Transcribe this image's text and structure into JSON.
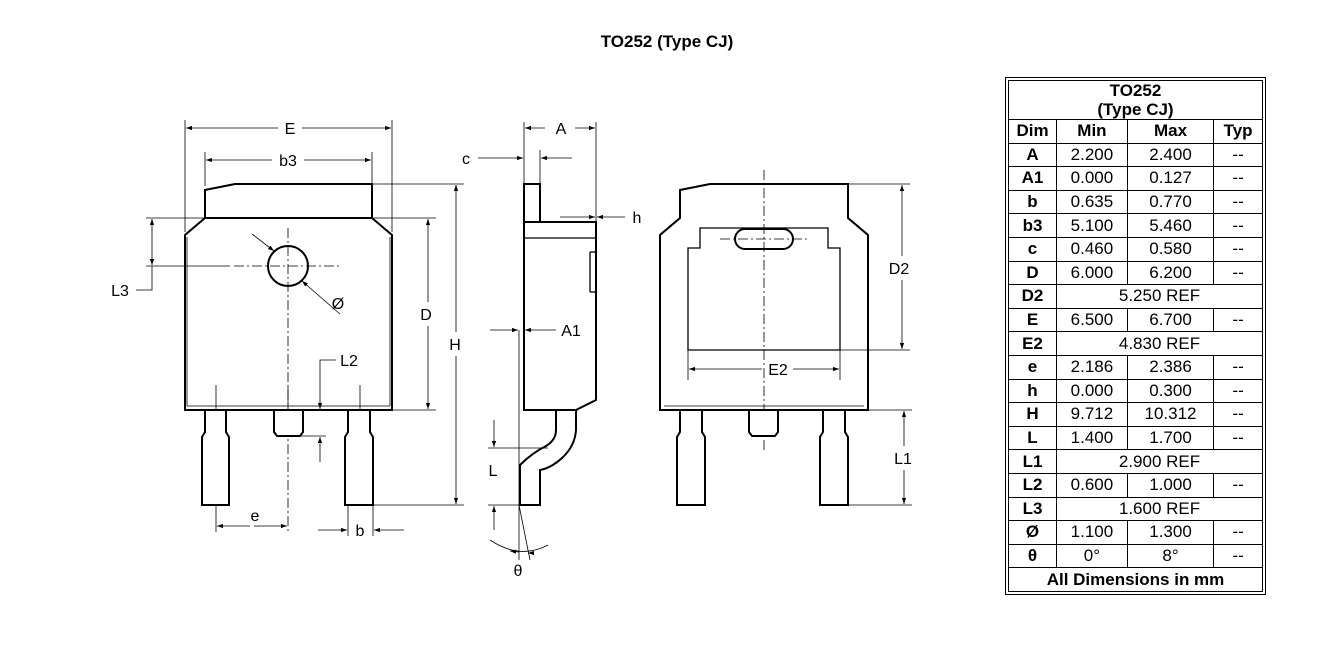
{
  "title": "TO252 (Type CJ)",
  "table": {
    "package": "TO252",
    "type": "(Type CJ)",
    "columns": [
      "Dim",
      "Min",
      "Max",
      "Typ"
    ],
    "rows": [
      {
        "dim": "A",
        "min": "2.200",
        "max": "2.400",
        "typ": "--"
      },
      {
        "dim": "A1",
        "min": "0.000",
        "max": "0.127",
        "typ": "--"
      },
      {
        "dim": "b",
        "min": "0.635",
        "max": "0.770",
        "typ": "--"
      },
      {
        "dim": "b3",
        "min": "5.100",
        "max": "5.460",
        "typ": "--"
      },
      {
        "dim": "c",
        "min": "0.460",
        "max": "0.580",
        "typ": "--"
      },
      {
        "dim": "D",
        "min": "6.000",
        "max": "6.200",
        "typ": "--"
      },
      {
        "dim": "D2",
        "ref": "5.250 REF"
      },
      {
        "dim": "E",
        "min": "6.500",
        "max": "6.700",
        "typ": "--"
      },
      {
        "dim": "E2",
        "ref": "4.830 REF"
      },
      {
        "dim": "e",
        "min": "2.186",
        "max": "2.386",
        "typ": "--"
      },
      {
        "dim": "h",
        "min": "0.000",
        "max": "0.300",
        "typ": "--"
      },
      {
        "dim": "H",
        "min": "9.712",
        "max": "10.312",
        "typ": "--"
      },
      {
        "dim": "L",
        "min": "1.400",
        "max": "1.700",
        "typ": "--"
      },
      {
        "dim": "L1",
        "ref": "2.900 REF"
      },
      {
        "dim": "L2",
        "min": "0.600",
        "max": "1.000",
        "typ": "--"
      },
      {
        "dim": "L3",
        "ref": "1.600 REF"
      },
      {
        "dim": "Ø",
        "min": "1.100",
        "max": "1.300",
        "typ": "--"
      },
      {
        "dim": "θ",
        "min": "0°",
        "max": "8°",
        "typ": "--"
      }
    ],
    "footer": "All Dimensions in mm"
  },
  "labels": {
    "E": "E",
    "b3": "b3",
    "L3": "L3",
    "phi": "Ø",
    "D": "D",
    "H": "H",
    "L2": "L2",
    "e": "e",
    "b": "b",
    "c": "c",
    "A": "A",
    "h": "h",
    "A1": "A1",
    "L": "L",
    "theta": "θ",
    "D2": "D2",
    "E2": "E2",
    "L1": "L1"
  }
}
